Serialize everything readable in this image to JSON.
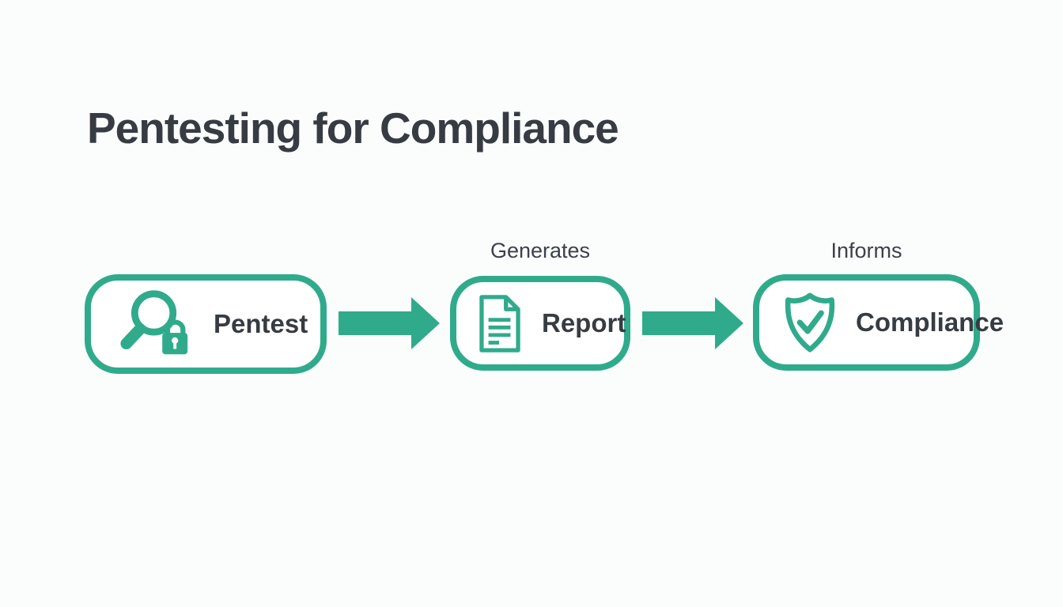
{
  "title": "Pentesting for Compliance",
  "flow": {
    "nodes": [
      {
        "label": "Pentest",
        "icon": "magnifier-lock-icon"
      },
      {
        "label": "Report",
        "icon": "document-icon"
      },
      {
        "label": "Compliance",
        "icon": "shield-check-icon"
      }
    ],
    "edges": [
      {
        "from": "Pentest",
        "to": "Report",
        "label": "Generates"
      },
      {
        "from": "Report",
        "to": "Compliance",
        "label": "Informs"
      }
    ]
  },
  "colors": {
    "accent_green": "#2fab8b",
    "text_dark": "#373c43",
    "background": "#fbfdfd",
    "node_background": "#ffffff"
  }
}
